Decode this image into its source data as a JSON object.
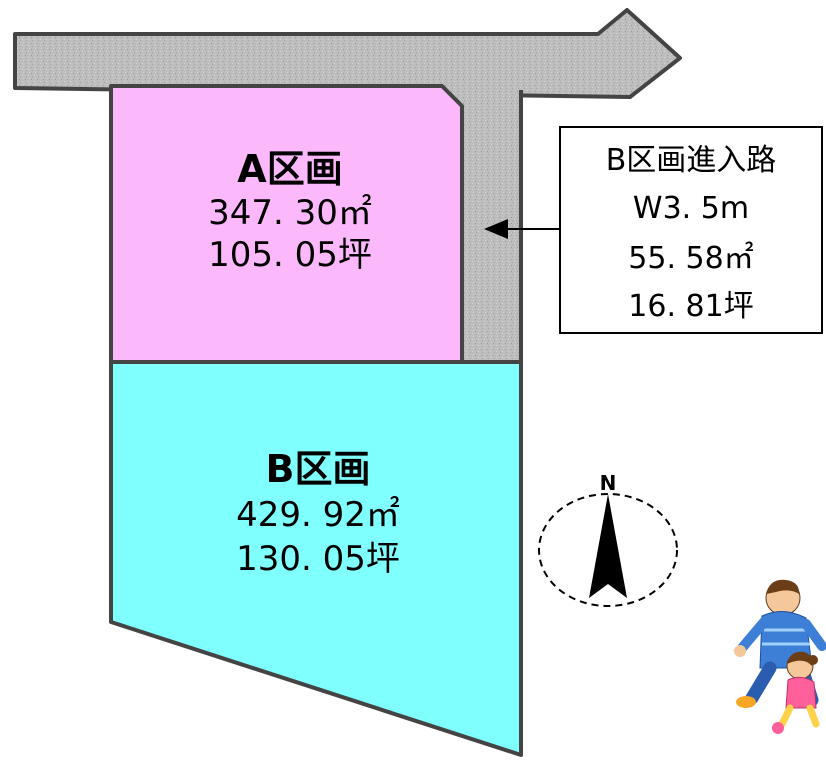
{
  "lots": {
    "a": {
      "name": "A区画",
      "area_m2": "347. 30㎡",
      "area_tsubo": "105. 05坪",
      "color": "#fbb8fb"
    },
    "b": {
      "name": "B区画",
      "area_m2": "429. 92㎡",
      "area_tsubo": "130. 05坪",
      "color": "#80ffff"
    }
  },
  "access_road": {
    "title": "B区画進入路",
    "width": "W3. 5m",
    "area_m2": "55. 58㎡",
    "area_tsubo": "16. 81坪",
    "color": "#bdbdbd"
  },
  "road": {
    "color": "#bdbdbd"
  },
  "compass": {
    "label": "N"
  },
  "illustration": {
    "icon": "father-and-child-running-illustration"
  }
}
